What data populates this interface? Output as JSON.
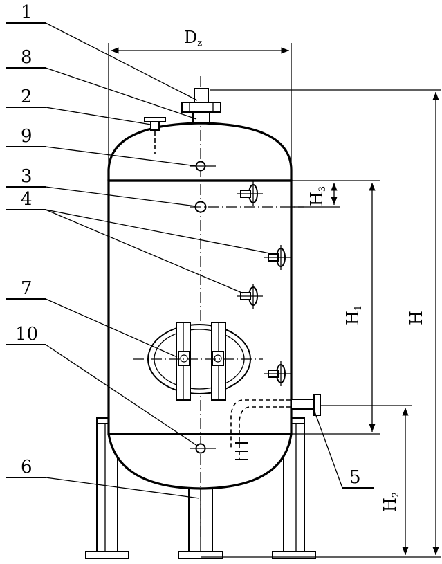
{
  "diagram": {
    "callouts": [
      "1",
      "8",
      "2",
      "9",
      "3",
      "4",
      "7",
      "10",
      "6",
      "5"
    ],
    "dimensions": {
      "diameter": "D",
      "diameter_sub": "z",
      "total_height": "H",
      "h1": "H",
      "h1_sub": "1",
      "h2": "H",
      "h2_sub": "2",
      "h3": "H",
      "h3_sub": "3"
    }
  }
}
